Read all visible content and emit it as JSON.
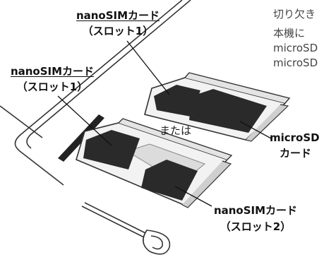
{
  "labels": {
    "top_sim_line1": "nanoSIMカード",
    "top_sim_line2": "（スロット1）",
    "left_sim_line1": "nanoSIMカード",
    "left_sim_line2": "（スロット1）",
    "or_text": "または",
    "microsd_line1": "microSD",
    "microsd_line2": "カード",
    "sim2_line1": "nanoSIMカード",
    "sim2_line2": "（スロット2）"
  },
  "side_text": {
    "line1": "切り欠き",
    "line2": "本機に",
    "line3": "microSD",
    "line4": "microSD"
  },
  "colors": {
    "card": "#2a2a2a",
    "tray": "#f2f2f2",
    "outline": "#333333",
    "slot": "#dcdcdc"
  }
}
